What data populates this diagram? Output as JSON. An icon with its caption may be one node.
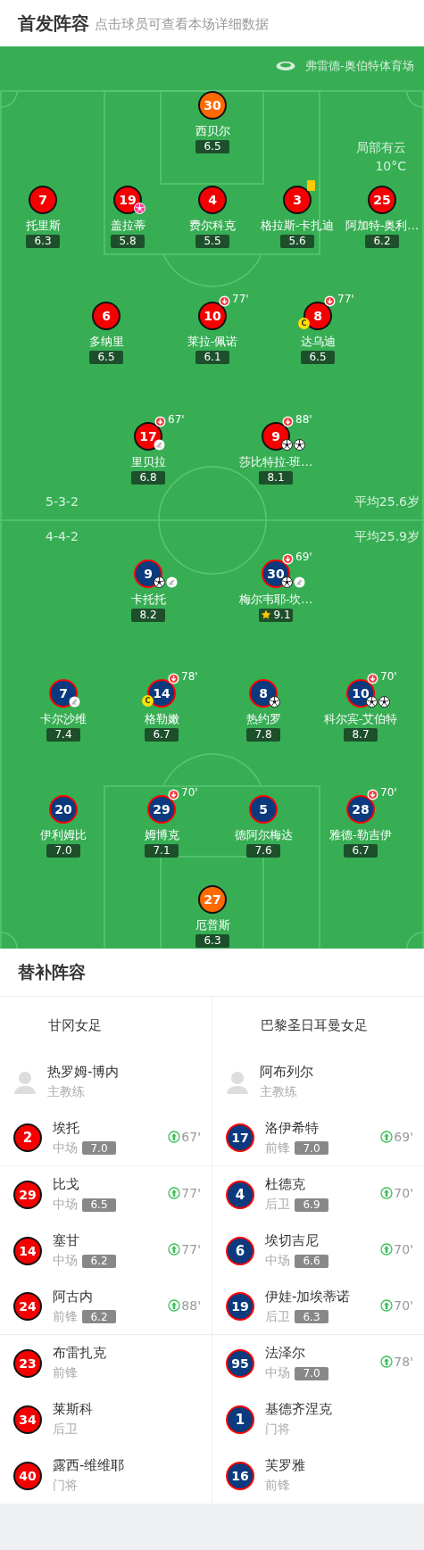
{
  "diagram": {
    "title": "首发阵容",
    "nodes": [
      {
        "text": [
          "30",
          "西贝尔",
          "6.5"
        ]
      },
      {
        "text": [
          "7",
          "托里斯",
          "6.3"
        ]
      },
      {
        "text": [
          "19",
          "盖拉蒂",
          "5.8"
        ]
      },
      {
        "text": [
          "4",
          "费尔科克",
          "5.5"
        ]
      },
      {
        "text": [
          "3",
          "格拉斯-卡扎迪",
          "5.6"
        ]
      },
      {
        "text": [
          "25",
          "阿加特-奥利…",
          "6.2"
        ]
      },
      {
        "text": [
          "6",
          "多纳里",
          "6.5"
        ]
      },
      {
        "text": [
          "10",
          "莱拉-佩诺",
          "6.1",
          "77'"
        ]
      },
      {
        "text": [
          "8",
          "达乌迪",
          "6.5",
          "77'",
          "C"
        ]
      },
      {
        "text": [
          "17",
          "里贝拉",
          "6.8",
          "67'"
        ]
      },
      {
        "text": [
          "9",
          "莎比特拉-班…",
          "8.1",
          "88'"
        ]
      },
      {
        "text": [
          "9",
          "卡托托",
          "8.2"
        ]
      },
      {
        "text": [
          "30",
          "梅尔韦耶-坎…",
          "9.1",
          "69'"
        ]
      },
      {
        "text": [
          "7",
          "卡尔沙维",
          "7.4"
        ]
      },
      {
        "text": [
          "14",
          "格勒嫩",
          "6.7",
          "78'",
          "C"
        ]
      },
      {
        "text": [
          "8",
          "热约罗",
          "7.8"
        ]
      },
      {
        "text": [
          "10",
          "科尔宾-艾伯特",
          "8.7",
          "70'"
        ]
      },
      {
        "text": [
          "20",
          "伊利姆比",
          "7.0"
        ]
      },
      {
        "text": [
          "29",
          "姆博克",
          "7.1",
          "70'"
        ]
      },
      {
        "text": [
          "5",
          "德阿尔梅达",
          "7.6"
        ]
      },
      {
        "text": [
          "28",
          "雅德-勒吉伊",
          "6.7",
          "70'"
        ]
      },
      {
        "text": [
          "27",
          "厄普斯",
          "6.3"
        ]
      },
      {
        "text": [
          "2",
          "埃托",
          "中场",
          "7.0",
          "67'"
        ]
      },
      {
        "text": [
          "17",
          "洛伊希特",
          "前锋",
          "7.0",
          "69'"
        ]
      },
      {
        "text": [
          "29",
          "比戈",
          "中场",
          "6.5",
          "77'"
        ]
      },
      {
        "text": [
          "4",
          "杜德克",
          "后卫",
          "6.9",
          "70'"
        ]
      },
      {
        "text": [
          "14",
          "塞甘",
          "中场",
          "6.2",
          "77'"
        ]
      },
      {
        "text": [
          "6",
          "埃切吉尼",
          "中场",
          "6.6",
          "70'"
        ]
      },
      {
        "text": [
          "24",
          "阿古内",
          "前锋",
          "6.2",
          "88'"
        ]
      },
      {
        "text": [
          "19",
          "伊娃-加埃蒂诺",
          "后卫",
          "6.3",
          "70'"
        ]
      },
      {
        "text": [
          "23",
          "布雷扎克",
          "前锋"
        ]
      },
      {
        "text": [
          "95",
          "法泽尔",
          "中场",
          "7.0",
          "78'"
        ]
      },
      {
        "text": [
          "34",
          "莱斯科",
          "后卫"
        ]
      },
      {
        "text": [
          "1",
          "基德齐涅克",
          "门将"
        ]
      },
      {
        "text": [
          "40",
          "露西-维维耶",
          "门将"
        ]
      },
      {
        "text": [
          "16",
          "芙罗雅",
          "前锋"
        ]
      }
    ],
    "labels": [
      "点击球员可查看本场详细数据",
      "弗雷德-奥伯特体育场",
      "局部有云",
      "10°C",
      "5-3-2",
      "平均25.6岁",
      "4-4-2",
      "平均25.9岁",
      "替补阵容",
      "甘冈女足",
      "巴黎圣日耳曼女足",
      "热罗姆-博内",
      "主教练",
      "阿布列尔",
      "主教练"
    ]
  }
}
